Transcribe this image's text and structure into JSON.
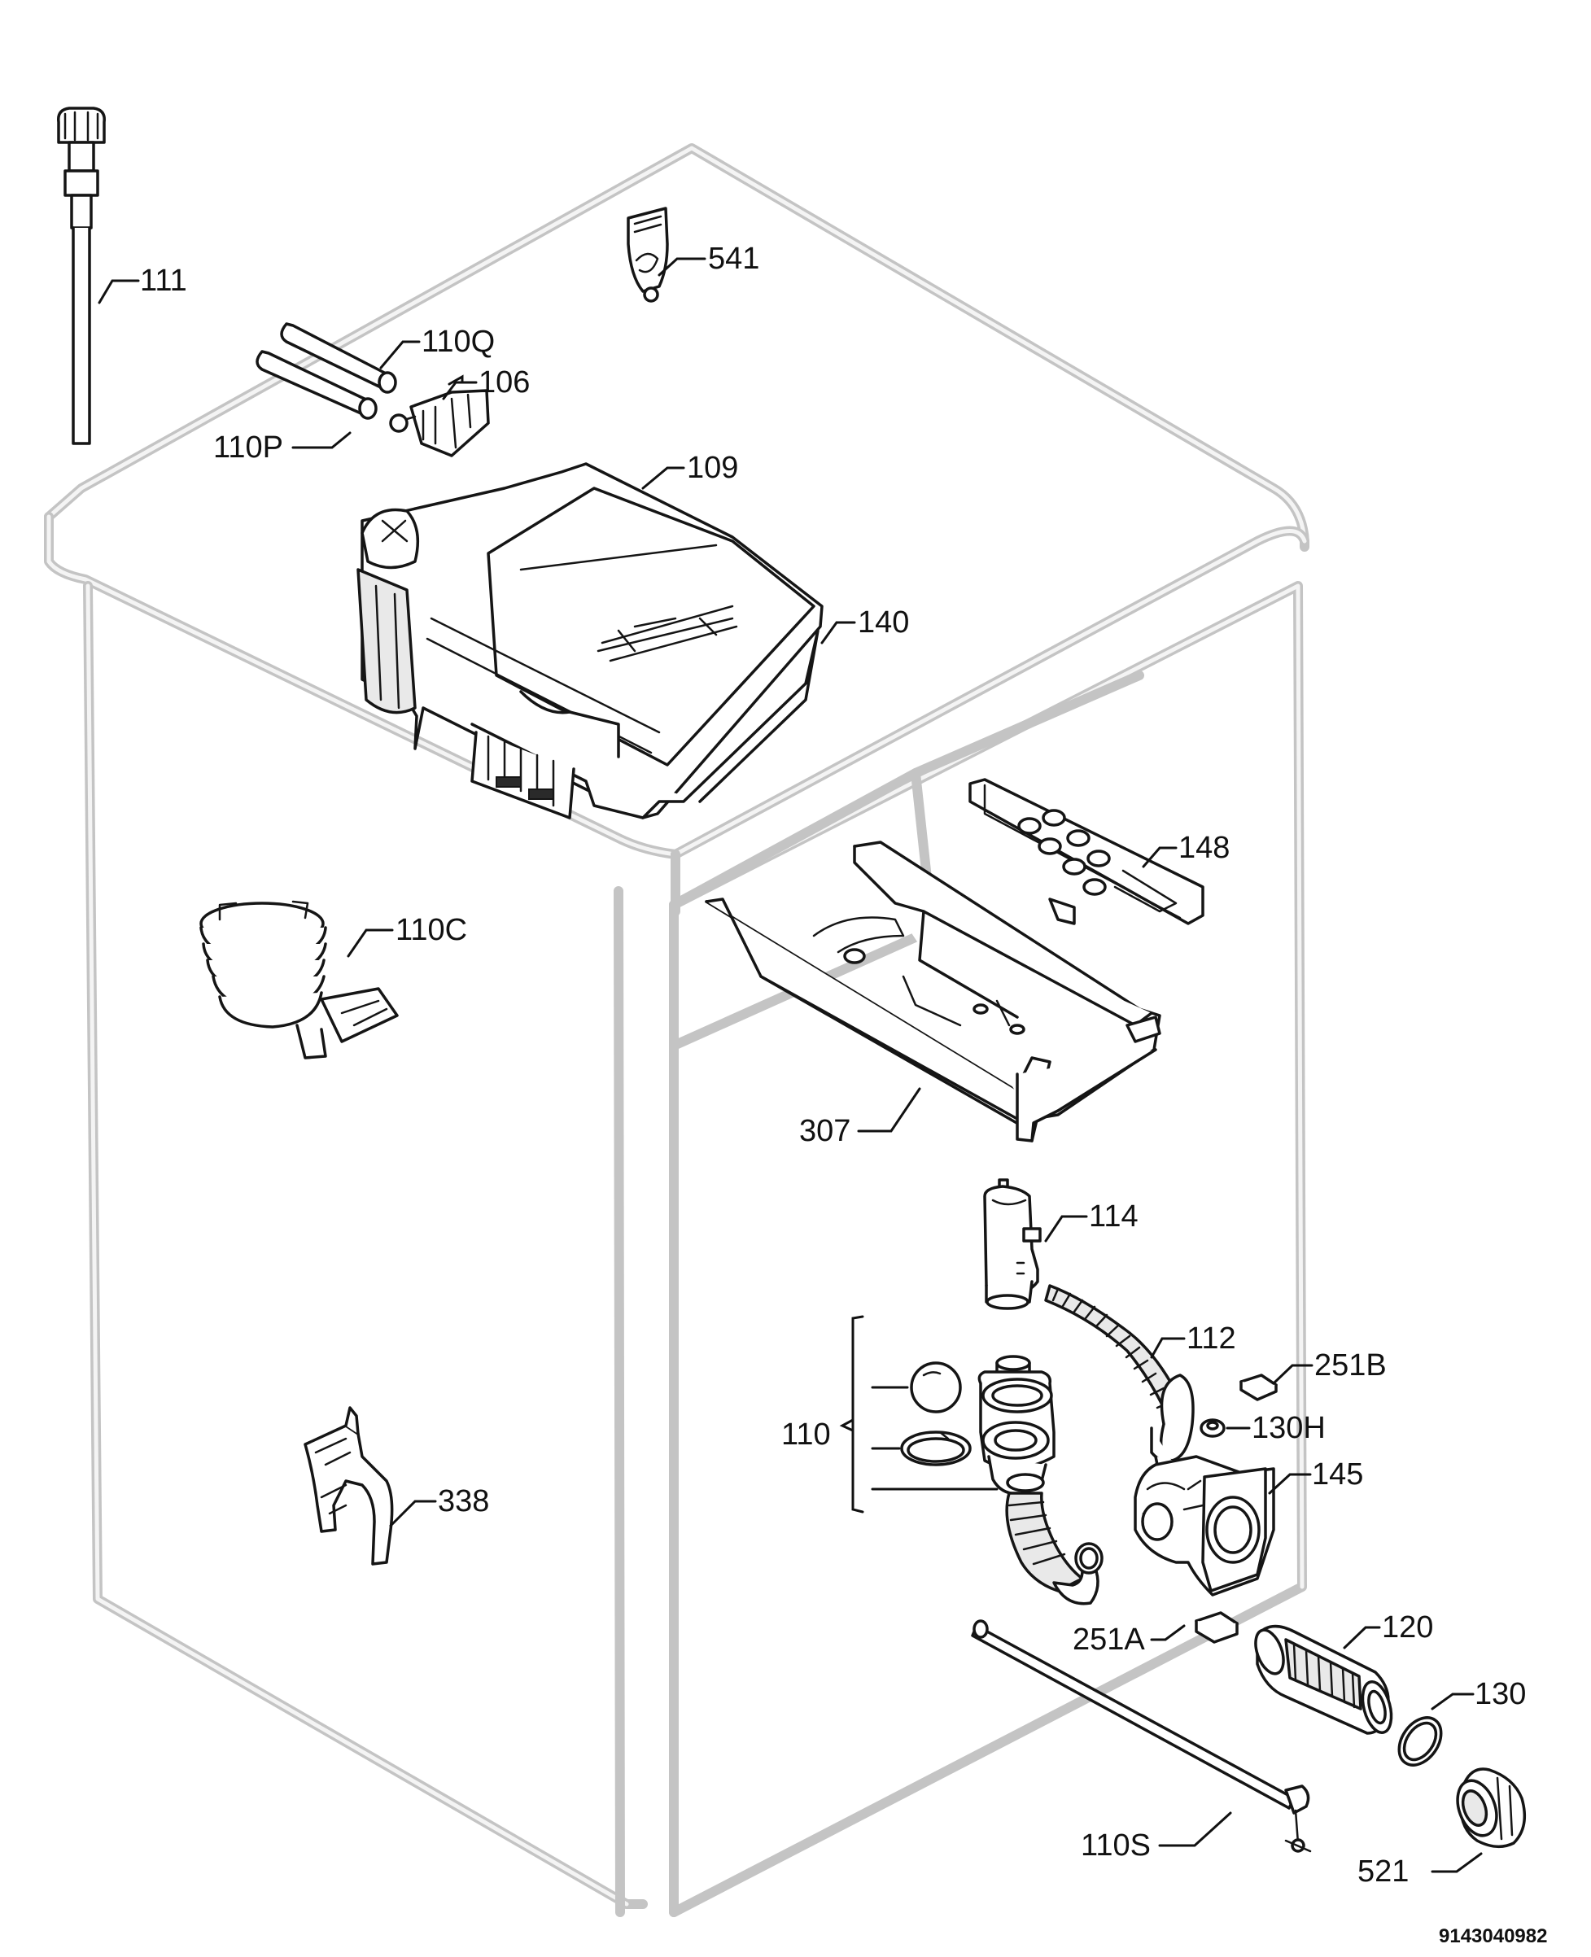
{
  "diagram": {
    "drawing_code": "9143040982",
    "labels": {
      "p111": "111",
      "p541": "541",
      "p110Q": "110Q",
      "p106": "106",
      "p110P": "110P",
      "p109": "109",
      "p140": "140",
      "p148": "148",
      "p110C": "110C",
      "p307": "307",
      "p114": "114",
      "p112": "112",
      "p251B": "251B",
      "p110": "110",
      "p130H": "130H",
      "p145": "145",
      "p338": "338",
      "p251A": "251A",
      "p120": "120",
      "p130": "130",
      "p110S": "110S",
      "p521": "521"
    }
  }
}
